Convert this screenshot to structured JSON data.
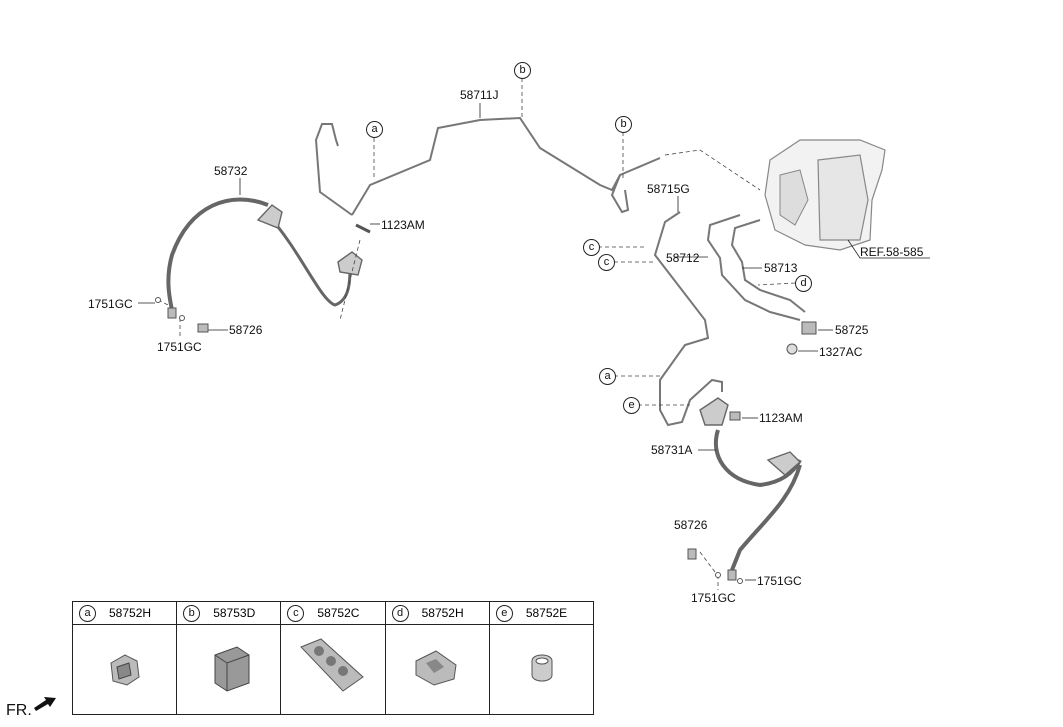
{
  "parts": {
    "p58711J": "58711J",
    "p58732": "58732",
    "p1123AM_top": "1123AM",
    "p1751GC_a": "1751GC",
    "p1751GC_b": "1751GC",
    "p58726_left": "58726",
    "p58715G": "58715G",
    "p58712": "58712",
    "p58713": "58713",
    "ref": "REF.58-585",
    "p58725": "58725",
    "p1327AC": "1327AC",
    "p1123AM_bottom": "1123AM",
    "p58731A": "58731A",
    "p58726_right": "58726",
    "p1751GC_c": "1751GC",
    "p1751GC_d": "1751GC"
  },
  "callouts": {
    "b_top": "b",
    "a_top": "a",
    "b_mid": "b",
    "c1": "c",
    "c2": "c",
    "d": "d",
    "a_low": "a",
    "e": "e"
  },
  "legend": [
    {
      "letter": "a",
      "code": "58752H"
    },
    {
      "letter": "b",
      "code": "58753D"
    },
    {
      "letter": "c",
      "code": "58752C"
    },
    {
      "letter": "d",
      "code": "58752H"
    },
    {
      "letter": "e",
      "code": "58752E"
    }
  ],
  "direction": "FR."
}
